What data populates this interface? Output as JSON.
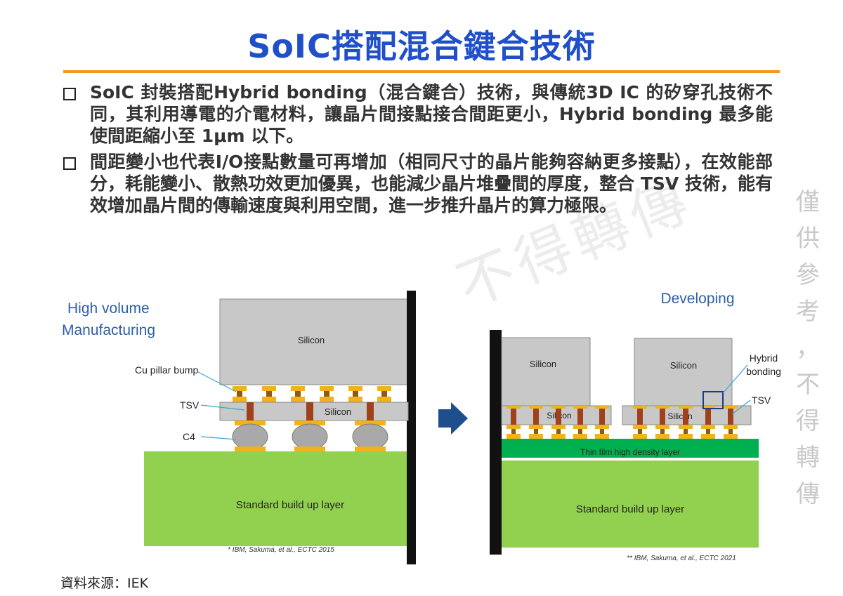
{
  "title": "SoIC搭配混合鍵合技術",
  "bullets": [
    "SoIC 封裝搭配Hybrid bonding（混合鍵合）技術，與傳統3D IC 的矽穿孔技術不同，其利用導電的介電材料，讓晶片間接點接合間距更小，Hybrid bonding 最多能使間距縮小至 1μm 以下。",
    "間距變小也代表I/O接點數量可再增加（相同尺寸的晶片能夠容納更多接點），在效能部分，耗能變小、散熱功效更加優異，也能減少晶片堆疊間的厚度，整合 TSV 技術，能有效增加晶片間的傳輸速度與利用空間，進一步推升晶片的算力極限。"
  ],
  "watermark_vertical": [
    "僅",
    "供",
    "參",
    "考",
    "，",
    "不",
    "得",
    "轉",
    "傳"
  ],
  "watermark_diagonal": "不得轉傳",
  "source": "資料來源：IEK",
  "diagram": {
    "left": {
      "heading_line1": "High volume",
      "heading_line2": "Manufacturing",
      "silicon_top": "Silicon",
      "silicon_mid": "Silicon",
      "label_cu_pillar": "Cu pillar bump",
      "label_tsv": "TSV",
      "label_c4": "C4",
      "substrate": "Standard build up layer",
      "citation": "* IBM, Sakuma,  et al.,  ECTC  2015"
    },
    "right": {
      "heading": "Developing",
      "silicon_top_left": "Silicon",
      "silicon_top_right": "Silicon",
      "silicon_mid_left": "Silicon",
      "silicon_mid_right": "Silicon",
      "label_hybrid_line1": "Hybrid",
      "label_hybrid_line2": "bonding",
      "label_tsv": "TSV",
      "thin_film": "Thin film high density layer",
      "substrate": "Standard build up layer",
      "citation": "** IBM, Sakuma,  et al., ECTC  2021"
    },
    "colors": {
      "silicon": "#c8c8c8",
      "substrate": "#92d050",
      "thin_film": "#00b050",
      "bump": "#f2b21a",
      "tsv": "#a0411b",
      "arrow": "#1f4e8c",
      "heading": "#2e5fa8"
    }
  }
}
